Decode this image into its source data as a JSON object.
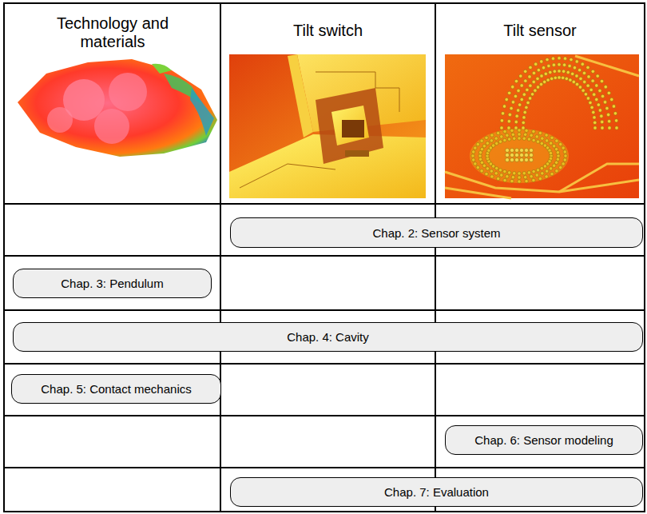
{
  "diagram": {
    "nodes": [
      {
        "text": [
          "Technology and materials"
        ]
      },
      {
        "text": [
          "Tilt switch"
        ]
      },
      {
        "text": [
          "Tilt sensor"
        ]
      },
      {
        "text": [
          "Chap. 2: Sensor system"
        ]
      },
      {
        "text": [
          "Chap. 3: Pendulum"
        ]
      },
      {
        "text": [
          "Chap. 4: Cavity"
        ]
      },
      {
        "text": [
          "Chap. 5: Contact mechanics"
        ]
      },
      {
        "text": [
          "Chap. 6: Sensor modeling"
        ]
      },
      {
        "text": [
          "Chap. 7: Evaluation"
        ]
      }
    ]
  }
}
